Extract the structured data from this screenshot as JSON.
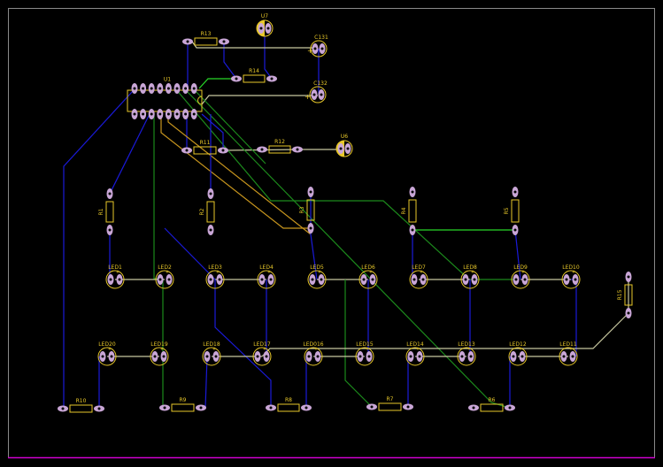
{
  "board": {
    "colors": {
      "background": "#000000",
      "outline": "#8a8a8a",
      "board_edge": "#d000d0",
      "silkscreen": "#e8c82a",
      "pad": "#c9a6d6",
      "bottom_trace": "#1a1ad8",
      "top_trace": "#1c8a1c",
      "green_trace": "#28d828",
      "gray_trace": "#c8c8a0",
      "orange_trace": "#c8961e"
    },
    "ic": {
      "label": "U1"
    },
    "regulators": [
      {
        "label": "U7"
      },
      {
        "label": "U6"
      }
    ],
    "capacitors": [
      {
        "label": "C131"
      },
      {
        "label": "C132"
      }
    ],
    "resistors_horizontal": [
      {
        "label": "R13"
      },
      {
        "label": "R14"
      },
      {
        "label": "R11"
      },
      {
        "label": "R12"
      },
      {
        "label": "R10"
      },
      {
        "label": "R9"
      },
      {
        "label": "R8"
      },
      {
        "label": "R7"
      },
      {
        "label": "R6"
      }
    ],
    "resistors_vertical": [
      {
        "label": "R1"
      },
      {
        "label": "R2"
      },
      {
        "label": "R3"
      },
      {
        "label": "R4"
      },
      {
        "label": "R5"
      },
      {
        "label": "R15"
      }
    ],
    "leds_row1": [
      "LED1",
      "LED2",
      "LED3",
      "LED4",
      "LED5",
      "LED6",
      "LED7",
      "LED8",
      "LED9",
      "LED10"
    ],
    "leds_row2": [
      "LED20",
      "LED19",
      "LED18",
      "LED17",
      "LED016",
      "LED15",
      "LED14",
      "LED13",
      "LED12",
      "LED11"
    ]
  }
}
